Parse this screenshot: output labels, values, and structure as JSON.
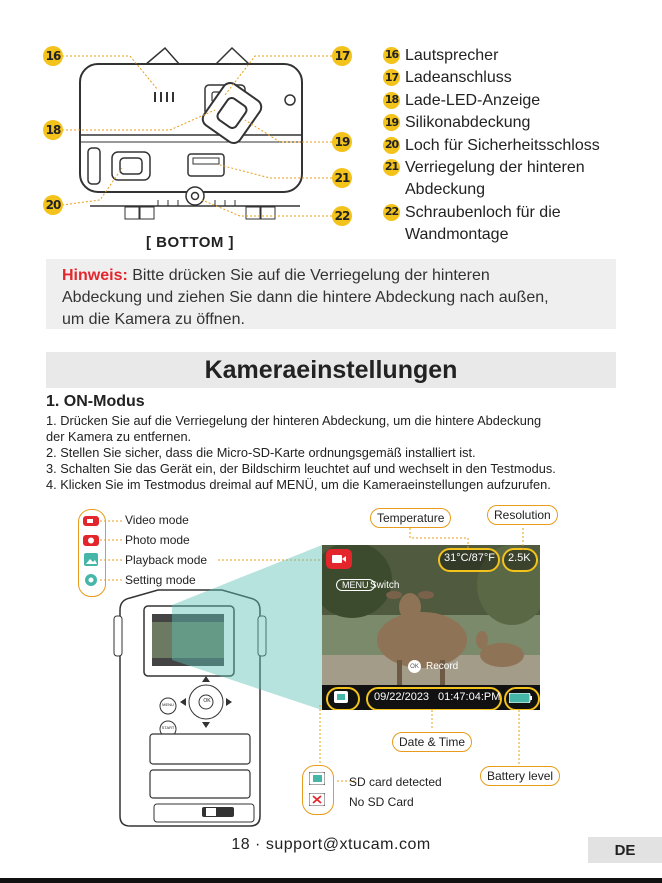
{
  "legend": [
    {
      "num": "16",
      "label": "Lautsprecher"
    },
    {
      "num": "17",
      "label": "Ladeanschluss"
    },
    {
      "num": "18",
      "label": "Lade-LED-Anzeige"
    },
    {
      "num": "19",
      "label": "Silikonabdeckung"
    },
    {
      "num": "20",
      "label": "Loch für Sicherheitsschloss"
    },
    {
      "num": "21",
      "label": "Verriegelung der hinteren",
      "label2": "Abdeckung"
    },
    {
      "num": "22",
      "label": "Schraubenloch für die",
      "label2": "Wandmontage"
    }
  ],
  "diagram_badges": {
    "b16": "16",
    "b17": "17",
    "b18": "18",
    "b19": "19",
    "b20": "20",
    "b21": "21",
    "b22": "22"
  },
  "bottom_label": "[ BOTTOM ]",
  "note": {
    "prefix": "Hinweis:",
    "line1": " Bitte drücken Sie auf die Verriegelung der hinteren",
    "line2": "Abdeckung und ziehen Sie dann die hintere Abdeckung nach außen,",
    "line3": "um die Kamera zu öffnen."
  },
  "section_title": "Kameraeinstellungen",
  "subsection_title": "1. ON-Modus",
  "steps": [
    "1. Drücken Sie auf die Verriegelung der hinteren Abdeckung, um die hintere Abdeckung",
    "der Kamera zu entfernen.",
    "2. Stellen Sie sicher, dass die Micro-SD-Karte ordnungsgemäß installiert ist.",
    "3. Schalten Sie das Gerät ein, der Bildschirm leuchtet auf und wechselt in den Testmodus.",
    "4. Klicken Sie im Testmodus dreimal auf MENÜ, um die Kameraeinstellungen aufzurufen."
  ],
  "modes": [
    "Video mode",
    "Photo mode",
    "Playback mode",
    "Setting mode"
  ],
  "tags": {
    "temperature": "Temperature",
    "resolution": "Resolution",
    "date_time": "Date & Time",
    "battery": "Battery level",
    "sd_detected": "SD card detected",
    "no_sd": "No SD Card"
  },
  "screen": {
    "temp": "31°C/87°F",
    "resolution": "2.5K",
    "menu": "MENU",
    "switch": "Switch",
    "ok": "OK",
    "record": "Record",
    "date": "09/22/2023",
    "time": "01:47:04:PM"
  },
  "device_buttons": {
    "menu": "MENU",
    "start": "START",
    "ok": "OK"
  },
  "footer": "18 · support@xtucam.com",
  "lang": "DE",
  "colors": {
    "accent": "#f3c21b",
    "callout_line": "#e89c1b",
    "highlight": "#e3262c",
    "icon_red": "#e3262c",
    "icon_teal": "#45b6a8"
  }
}
